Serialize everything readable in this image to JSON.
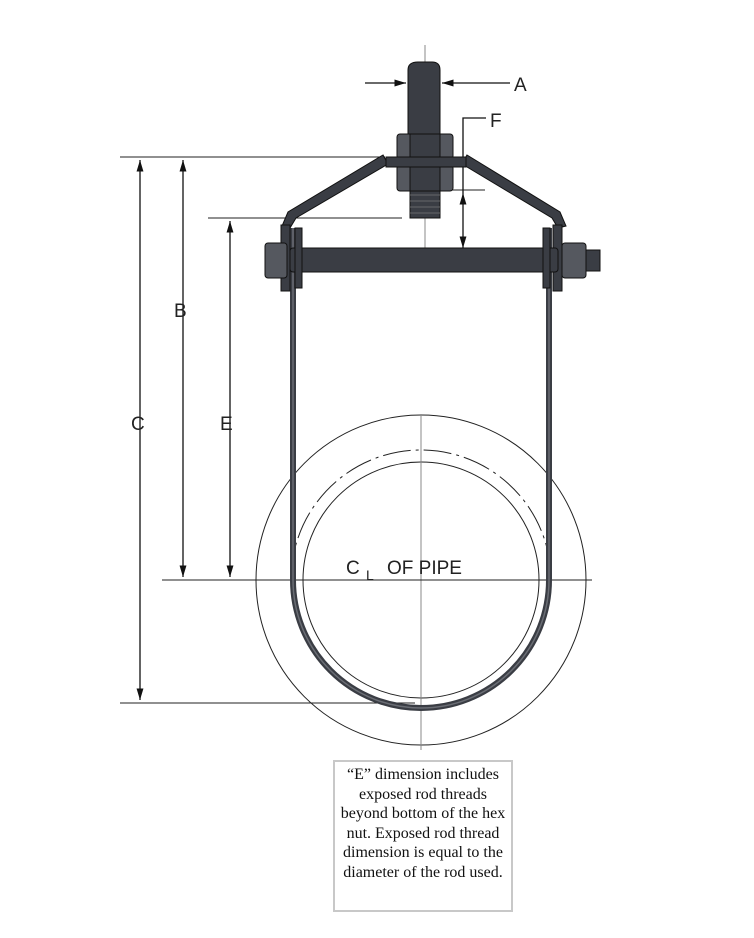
{
  "diagram": {
    "title": "Clevis pipe hanger dimension drawing",
    "labels": {
      "A": "A",
      "B": "B",
      "C": "C",
      "E": "E",
      "F": "F"
    },
    "centerline": {
      "symbol_c": "C",
      "symbol_l": "L",
      "text": "OF PIPE"
    },
    "note": "“E” dimension includes exposed rod threads beyond bottom of the hex nut. Exposed rod thread dimension is equal to the diameter of the rod used.",
    "colors": {
      "metal": "#3a3d44",
      "metal_light": "#55585f",
      "line": "#222222"
    }
  }
}
